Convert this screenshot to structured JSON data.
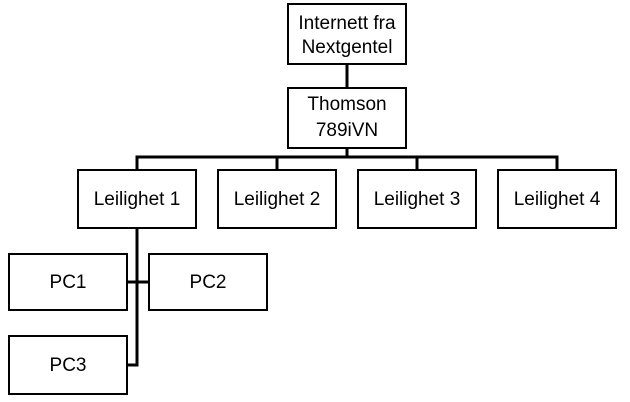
{
  "nodes": {
    "internet": {
      "line1": "Internett fra",
      "line2": "Nextgentel"
    },
    "router": {
      "line1": "Thomson",
      "line2": "789iVN"
    },
    "apartment1": {
      "label": "Leilighet 1"
    },
    "apartment2": {
      "label": "Leilighet 2"
    },
    "apartment3": {
      "label": "Leilighet 3"
    },
    "apartment4": {
      "label": "Leilighet 4"
    },
    "pc1": {
      "label": "PC1"
    },
    "pc2": {
      "label": "PC2"
    },
    "pc3": {
      "label": "PC3"
    }
  }
}
